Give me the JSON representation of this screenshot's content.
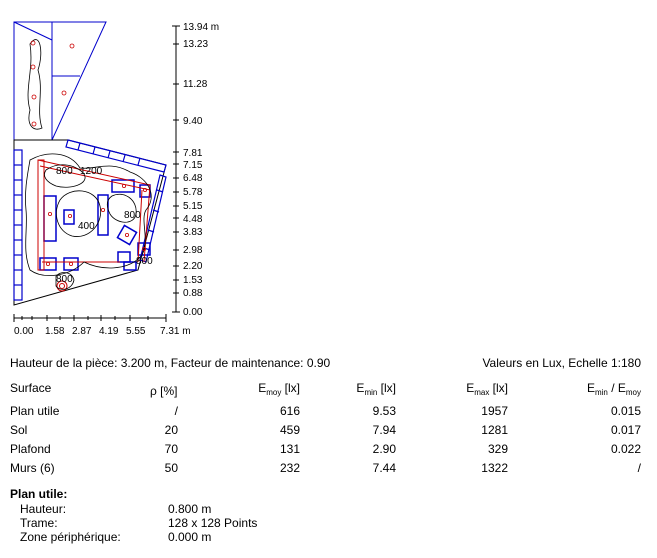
{
  "scale_y": {
    "unit_suffix": "m",
    "ticks": [
      "13.94 m",
      "13.23",
      "11.28",
      "9.40",
      "7.81",
      "7.15",
      "6.48",
      "5.78",
      "5.15",
      "4.48",
      "3.83",
      "2.98",
      "2.20",
      "1.53",
      "0.88",
      "0.00"
    ]
  },
  "scale_x": {
    "ticks": [
      "0.00",
      "1.58",
      "2.87",
      "4.19",
      "5.55",
      "7.31 m"
    ]
  },
  "isolines": [
    "800",
    "1200",
    "800",
    "400",
    "800",
    "800"
  ],
  "header": {
    "left": "Hauteur de la pièce: 3.200 m, Facteur de maintenance: 0.90",
    "right": "Valeurs en Lux, Echelle 1:180"
  },
  "table": {
    "headers": {
      "surface": "Surface",
      "rho": "ρ [%]",
      "emoy": {
        "main": "E",
        "sub": "moy",
        "tail": " [lx]"
      },
      "emin": {
        "main": "E",
        "sub": "min",
        "tail": " [lx]"
      },
      "emax": {
        "main": "E",
        "sub": "max",
        "tail": " [lx]"
      },
      "ratio": {
        "a": "E",
        "asub": "min",
        "mid": " / E",
        "bsub": "moy"
      }
    },
    "rows": [
      {
        "surface": "Plan utile",
        "rho": "/",
        "emoy": "616",
        "emin": "9.53",
        "emax": "1957",
        "ratio": "0.015"
      },
      {
        "surface": "Sol",
        "rho": "20",
        "emoy": "459",
        "emin": "7.94",
        "emax": "1281",
        "ratio": "0.017"
      },
      {
        "surface": "Plafond",
        "rho": "70",
        "emoy": "131",
        "emin": "2.90",
        "emax": "329",
        "ratio": "0.022"
      },
      {
        "surface": "Murs (6)",
        "rho": "50",
        "emoy": "232",
        "emin": "7.44",
        "emax": "1322",
        "ratio": "/"
      }
    ]
  },
  "workplane": {
    "title": "Plan utile:",
    "items": [
      {
        "label": "Hauteur:",
        "value": "0.800 m"
      },
      {
        "label": "Trame:",
        "value": "128 x 128 Points"
      },
      {
        "label": "Zone périphérique:",
        "value": "0.000 m"
      }
    ]
  },
  "colors": {
    "luminaire": "#0000cc",
    "isoline": "#000000",
    "highlight": "#cc0000"
  }
}
